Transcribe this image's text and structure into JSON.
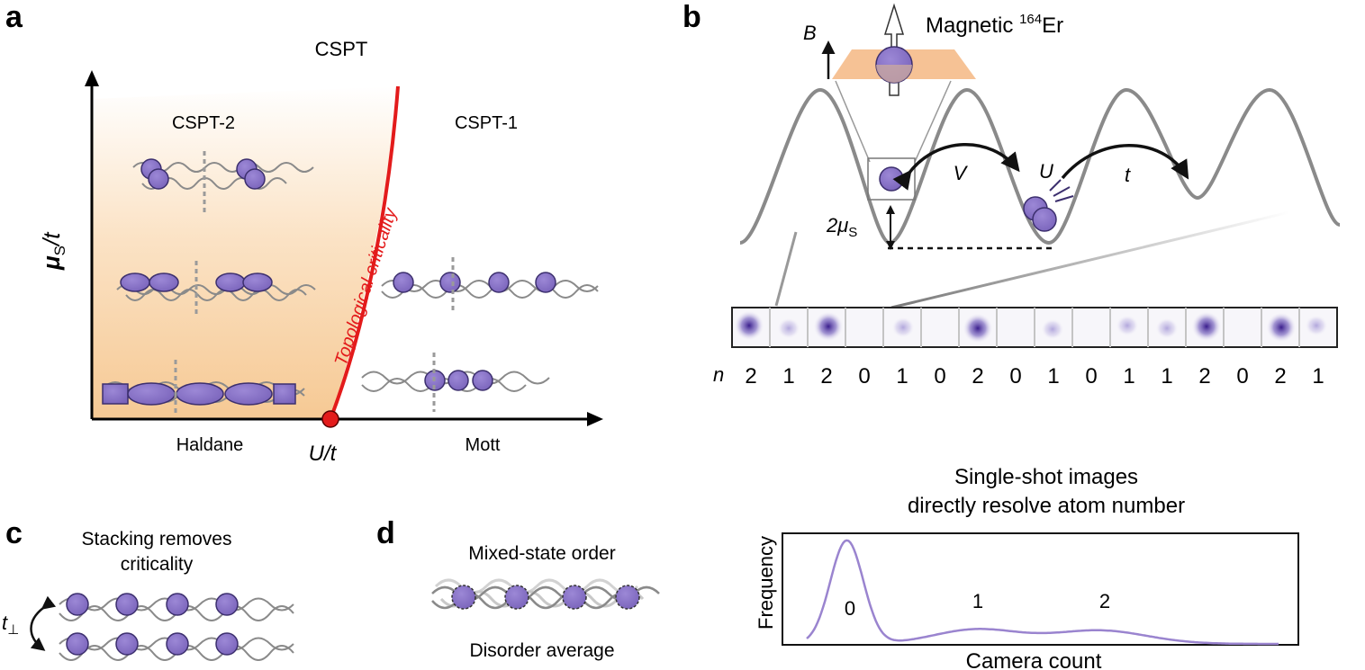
{
  "panels": {
    "a": "a",
    "b": "b",
    "c": "c",
    "d": "d"
  },
  "panel_a": {
    "title": "CSPT",
    "phase_left": "CSPT-2",
    "phase_right": "CSPT-1",
    "critical_line_label": "Topological criticality",
    "y_axis": {
      "mu": "μ",
      "sub": "S",
      "rest": "/t"
    },
    "x_axis": "U/t",
    "bottom_left": "Haldane",
    "bottom_right": "Mott"
  },
  "panel_b": {
    "field_label": "B",
    "atom_label_prefix": "Magnetic ",
    "atom_isotope": "164",
    "atom_element": "Er",
    "hop_v": "V",
    "interaction_u": "U",
    "tunnel_t": "t",
    "offset_prefix": "2μ",
    "offset_sub": "S",
    "occupation_label": "n",
    "occupations": [
      "2",
      "1",
      "2",
      "0",
      "1",
      "0",
      "2",
      "0",
      "1",
      "0",
      "1",
      "1",
      "2",
      "0",
      "2",
      "1"
    ]
  },
  "panel_hist": {
    "title_line1": "Single-shot images",
    "title_line2": "directly resolve atom number",
    "y_label": "Frequency",
    "x_label": "Camera count",
    "peak_labels": [
      "0",
      "1",
      "2"
    ]
  },
  "panel_c": {
    "title_line1": "Stacking removes",
    "title_line2": "criticality",
    "tperp": "t",
    "tperp_sub": "⊥"
  },
  "panel_d": {
    "top_label": "Mixed-state order",
    "bottom_label": "Disorder average"
  },
  "colors": {
    "atom": "#8b76c7",
    "atom_stroke": "#3c2f6e",
    "critical": "#e31b1b",
    "lattice": "#8a8a8a",
    "hist": "#9a84cf",
    "shade": "#f7cf9e"
  }
}
